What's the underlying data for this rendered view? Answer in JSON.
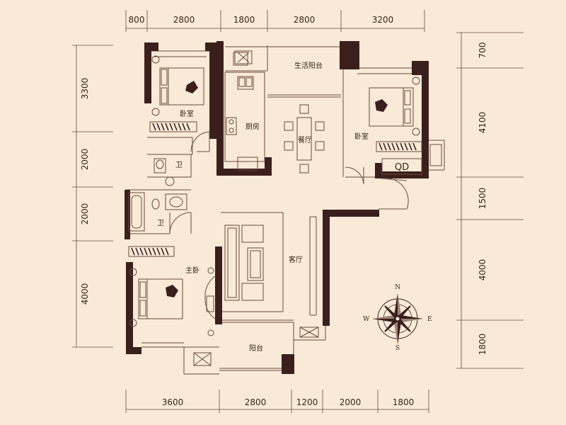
{
  "dimensions": {
    "top": [
      "800",
      "2800",
      "1800",
      "2800",
      "3200"
    ],
    "bottom": [
      "3600",
      "2800",
      "1200",
      "2000",
      "1800"
    ],
    "left": [
      "3300",
      "2000",
      "2000",
      "4000"
    ],
    "right": [
      "700",
      "4100",
      "1500",
      "4000",
      "1800"
    ]
  },
  "rooms": {
    "bedroom_nw": "卧室",
    "kitchen": "厨房",
    "service_balcony": "生活阳台",
    "dining": "餐厅",
    "bedroom_ne": "卧室",
    "bathroom_upper": "卫",
    "bathroom_lower": "卫",
    "master_bedroom": "主卧",
    "living_room": "客厅",
    "balcony": "阳台"
  },
  "labels": {
    "qd": "QD"
  },
  "compass": {
    "n": "N",
    "s": "S",
    "e": "E",
    "w": "W"
  },
  "colors": {
    "background": "#f8ead7",
    "wall": "#3b1f1d",
    "line": "#6b4a3a",
    "fixture": "#8a6a55"
  }
}
